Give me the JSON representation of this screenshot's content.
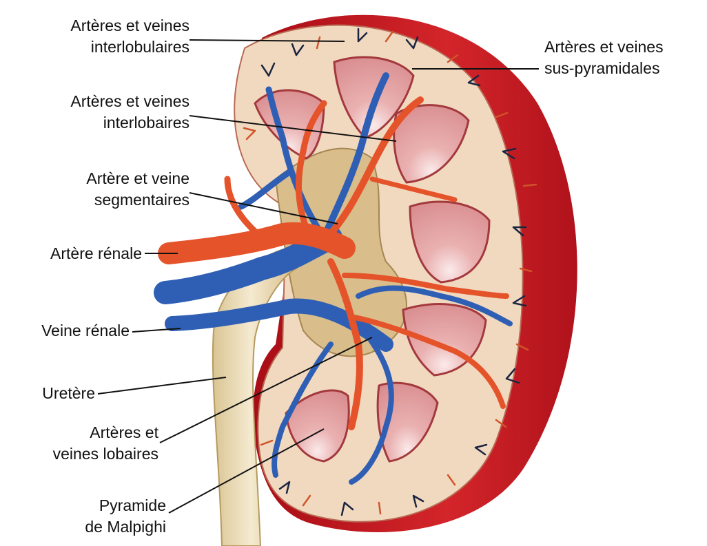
{
  "labels": {
    "interlobulaires": [
      "Artères et veines",
      "interlobulaires"
    ],
    "interlobaires": [
      "Artères et veines",
      "interlobaires"
    ],
    "segmentaires": [
      "Artère et veine",
      "segmentaires"
    ],
    "arteria_renale": "Artère rénale",
    "veine_renale": "Veine rénale",
    "uretere": "Uretère",
    "lobaires": [
      "Artères et",
      "veines lobaires"
    ],
    "pyramide": [
      "Pyramide",
      "de Malpighi"
    ],
    "sus_pyramidales": [
      "Artères et veines",
      "sus-pyramidales"
    ]
  },
  "colors": {
    "capsule": "#c0141e",
    "cortex": "#f1d9bf",
    "pyramid": "#e3a0a0",
    "artery": "#e5532a",
    "vein": "#2f5fb4",
    "ureter": "#eedfb4",
    "sinus": "#d9bd8a"
  }
}
